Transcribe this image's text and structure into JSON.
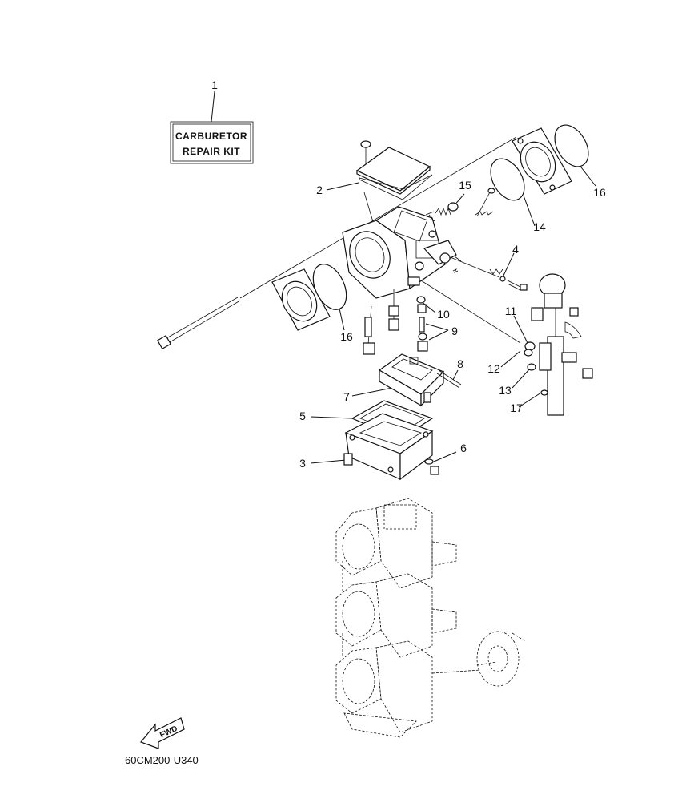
{
  "kit_label": {
    "line1": "CARBURETOR",
    "line2": "REPAIR KIT"
  },
  "callouts": [
    "1",
    "2",
    "3",
    "4",
    "5",
    "6",
    "7",
    "8",
    "9",
    "10",
    "11",
    "12",
    "13",
    "14",
    "15",
    "16",
    "16",
    "17"
  ],
  "fwd_label": "FWD",
  "drawing_code": "60CM200-U340"
}
